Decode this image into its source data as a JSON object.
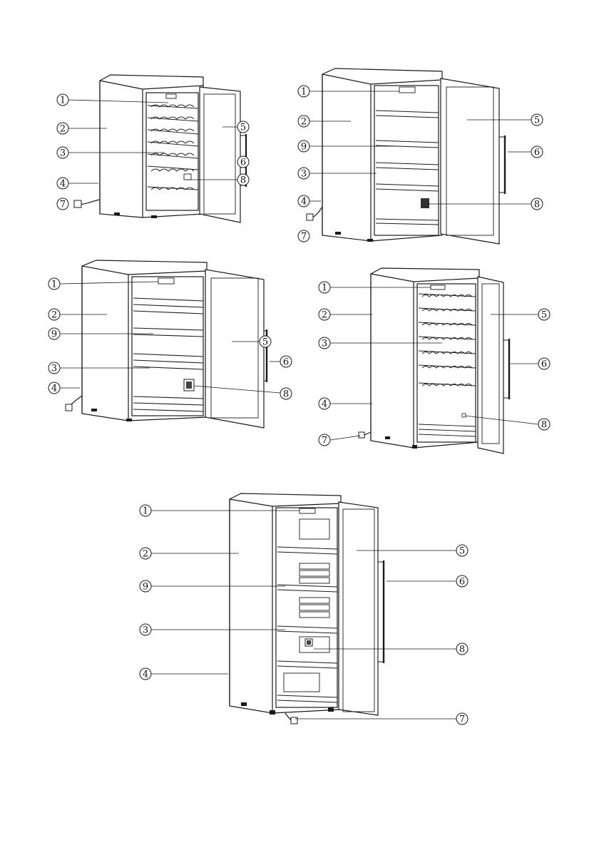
{
  "callout_numbers": {
    "n1": "1",
    "n2": "2",
    "n3": "3",
    "n4": "4",
    "n5": "5",
    "n6": "6",
    "n7": "7",
    "n8": "8",
    "n9": "9"
  },
  "colors": {
    "ink": "#1a1a1a",
    "background": "#ffffff"
  }
}
